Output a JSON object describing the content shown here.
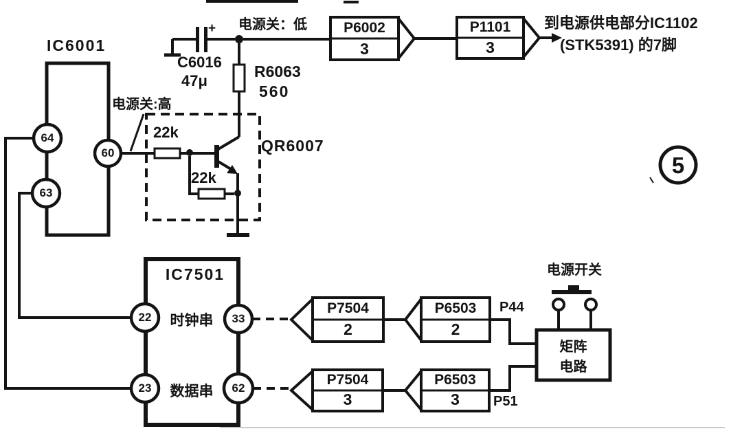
{
  "diagram": {
    "figure_number": "5",
    "ic6001": {
      "label": "IC6001",
      "pin64": "64",
      "pin63": "63",
      "pin60": "60"
    },
    "notes": {
      "power_off_low": "电源关：低",
      "power_off_high": "电源关:高"
    },
    "qr6007": {
      "label": "QR6007",
      "r1_value": "22k",
      "r2_value": "22k"
    },
    "c6016": {
      "ref": "C6016",
      "value": "47μ",
      "polarity": "+"
    },
    "r6063": {
      "ref": "R6063",
      "value": "560"
    },
    "top_connectors": {
      "c1_name": "P6002",
      "c1_pin": "3",
      "c2_name": "P1101",
      "c2_pin": "3"
    },
    "destination": {
      "line1": "到电源供电部分IC1102",
      "line2": "(STK5391) 的7脚"
    },
    "ic7501": {
      "label": "IC7501",
      "pin22": "22",
      "pin23": "23",
      "pin33": "33",
      "pin62": "62",
      "clock_signal": "时钟串",
      "data_signal": "数据串"
    },
    "clock_row": {
      "c1_name": "P7504",
      "c1_pin": "2",
      "c2_name": "P6503",
      "c2_pin": "2",
      "net": "P44"
    },
    "data_row": {
      "c1_name": "P7504",
      "c1_pin": "3",
      "c2_name": "P6503",
      "c2_pin": "3",
      "net": "P51"
    },
    "power_switch": {
      "label": "电源开关"
    },
    "matrix": {
      "line1": "矩阵",
      "line2": "电路"
    },
    "colors": {
      "ink": "#141414",
      "paper": "#ffffff"
    }
  }
}
